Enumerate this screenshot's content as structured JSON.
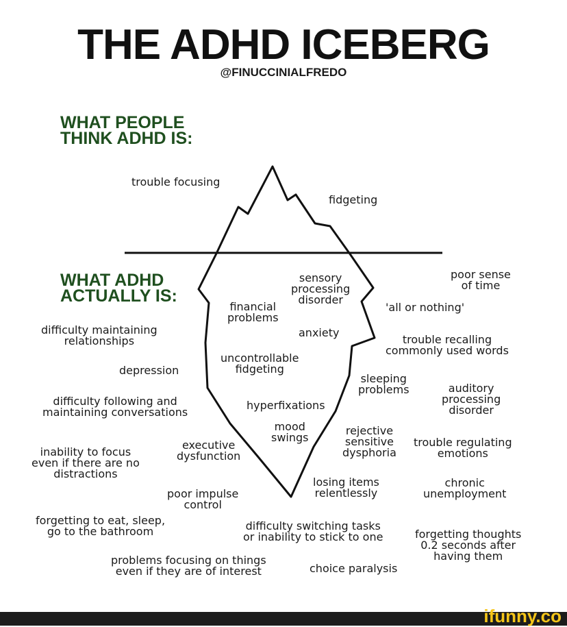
{
  "title": "THE ADHD ICEBERG",
  "handle": "@FINUCCINIALFREDO",
  "above_heading": "WHAT PEOPLE\nTHINK ADHD IS:",
  "below_heading": "WHAT ADHD\nACTUALLY IS:",
  "above": [
    "trouble focusing",
    "fidgeting"
  ],
  "below": [
    "sensory\nprocessing\ndisorder",
    "financial\nproblems",
    "anxiety",
    "uncontrollable\nfidgeting",
    "hyperfixations",
    "mood\nswings",
    "poor sense\nof time",
    "'all or nothing'",
    "difficulty maintaining\nrelationships",
    "trouble recalling\ncommonly used words",
    "depression",
    "sleeping\nproblems",
    "auditory\nprocessing\ndisorder",
    "difficulty following and\nmaintaining conversations",
    "rejective\nsensitive\ndysphoria",
    "trouble regulating\nemotions",
    "executive\ndysfunction",
    "inability to focus\neven if there are no\ndistractions",
    "losing items\nrelentlessly",
    "chronic\nunemployment",
    "poor impulse\ncontrol",
    "forgetting to eat, sleep,\ngo to the bathroom",
    "difficulty switching tasks\nor inability to stick to one",
    "forgetting thoughts\n0.2 seconds after\nhaving them",
    "problems focusing on things\neven if they are of interest",
    "choice paralysis"
  ],
  "watermark": "ifunny.co",
  "colors": {
    "heading": "#1f4f1f",
    "bar": "#1c1c1c",
    "logo": "#f5c518"
  }
}
